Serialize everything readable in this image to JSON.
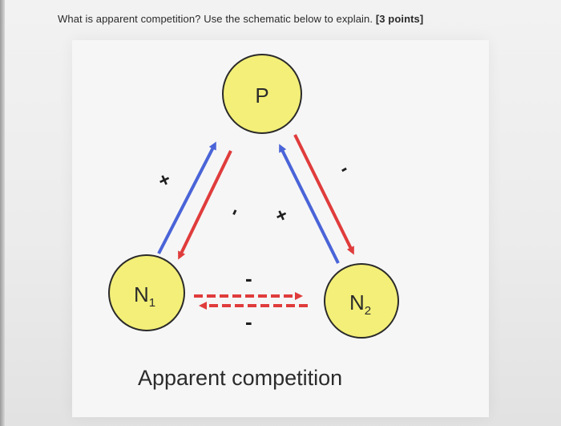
{
  "question": {
    "text": "What is apparent competition? Use the schematic below to explain.",
    "points": "[3 points]"
  },
  "diagram": {
    "nodes": {
      "p": {
        "label": "P"
      },
      "n1": {
        "label": "N",
        "subscript": "1"
      },
      "n2": {
        "label": "N",
        "subscript": "2"
      }
    },
    "signs": {
      "n1_to_p": "+",
      "p_to_n1": "-",
      "n2_to_p": "+",
      "p_to_n2": "-",
      "n1_to_n2": "-",
      "n2_to_n1": "-"
    },
    "caption": "Apparent competition",
    "colors": {
      "node_fill": "#f3ef78",
      "node_stroke": "#2a2a2a",
      "blue_arrow": "#4a64d8",
      "red_arrow": "#e03c3c"
    }
  }
}
